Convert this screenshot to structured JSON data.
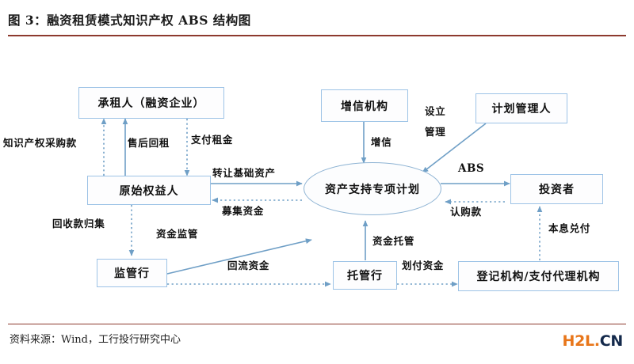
{
  "figure": {
    "title": "图 3：融资租赁模式知识产权 ABS 结构图",
    "source": "资料来源：Wind，工行投行研究中心",
    "watermark_primary": "H2L.",
    "watermark_secondary": "CN",
    "accent_rule_color": "#8d3a2e",
    "node_border_color": "#9dc3e6",
    "edge_color": "#6f9fc6"
  },
  "nodes": [
    {
      "id": "lessee",
      "label": "承租人（融资企业）",
      "shape": "rect"
    },
    {
      "id": "originator",
      "label": "原始权益人",
      "shape": "rect"
    },
    {
      "id": "regbank",
      "label": "监管行",
      "shape": "rect"
    },
    {
      "id": "enhancer",
      "label": "增信机构",
      "shape": "rect"
    },
    {
      "id": "spv",
      "label": "资产支持专项计划",
      "shape": "ellipse"
    },
    {
      "id": "custodian",
      "label": "托管行",
      "shape": "rect"
    },
    {
      "id": "manager",
      "label": "计划管理人",
      "shape": "rect"
    },
    {
      "id": "investor",
      "label": "投资者",
      "shape": "rect"
    },
    {
      "id": "registrar",
      "label": "登记机构/支付代理机构",
      "shape": "rect"
    }
  ],
  "edges": [
    {
      "id": "e1",
      "label": "知识产权采购款",
      "from": "originator",
      "to": "lessee",
      "style": "dotted"
    },
    {
      "id": "e2",
      "label": "售后回租",
      "from": "originator",
      "to": "lessee",
      "style": "solid"
    },
    {
      "id": "e3",
      "label": "支付租金",
      "from": "lessee",
      "to": "originator",
      "style": "dotted"
    },
    {
      "id": "e4",
      "label": "转让基础资产",
      "from": "originator",
      "to": "spv",
      "style": "solid"
    },
    {
      "id": "e5",
      "label": "募集资金",
      "from": "spv",
      "to": "originator",
      "style": "dotted"
    },
    {
      "id": "e6",
      "label": "增信",
      "from": "enhancer",
      "to": "spv",
      "style": "solid"
    },
    {
      "id": "e7",
      "label": "设立\n管理",
      "from": "manager",
      "to": "spv",
      "style": "solid"
    },
    {
      "id": "e8",
      "label": "ABS",
      "from": "spv",
      "to": "investor",
      "style": "solid"
    },
    {
      "id": "e9",
      "label": "认购款",
      "from": "investor",
      "to": "spv",
      "style": "dotted"
    },
    {
      "id": "e10",
      "label": "回收款归集",
      "from": "originator",
      "to": "regbank",
      "style": "dotted"
    },
    {
      "id": "e11",
      "label": "资金监管",
      "from": "regbank",
      "to": "spv",
      "style": "solid"
    },
    {
      "id": "e12",
      "label": "回流资金",
      "from": "regbank",
      "to": "custodian",
      "style": "dotted"
    },
    {
      "id": "e13",
      "label": "资金托管",
      "from": "custodian",
      "to": "spv",
      "style": "solid"
    },
    {
      "id": "e14",
      "label": "划付资金",
      "from": "custodian",
      "to": "registrar",
      "style": "dotted"
    },
    {
      "id": "e15",
      "label": "本息兑付",
      "from": "registrar",
      "to": "investor",
      "style": "dotted"
    }
  ],
  "edge_labels": {
    "ip_purchase": "知识产权采购款",
    "sale_leaseback": "售后回租",
    "pay_rent": "支付租金",
    "transfer_assets": "转让基础资产",
    "raise_funds": "募集资金",
    "credit_enhance": "增信",
    "setup": "设立",
    "manage": "管理",
    "abs": "ABS",
    "subscription": "认购款",
    "collection": "回收款归集",
    "fund_supervision": "资金监管",
    "returned_funds": "回流资金",
    "fund_custody": "资金托管",
    "transfer_funds": "划付资金",
    "principal_interest": "本息兑付"
  },
  "node_labels": {
    "lessee": "承租人（融资企业）",
    "originator": "原始权益人",
    "regbank": "监管行",
    "enhancer": "增信机构",
    "spv": "资产支持专项计划",
    "custodian": "托管行",
    "manager": "计划管理人",
    "investor": "投资者",
    "registrar": "登记机构/支付代理机构"
  }
}
